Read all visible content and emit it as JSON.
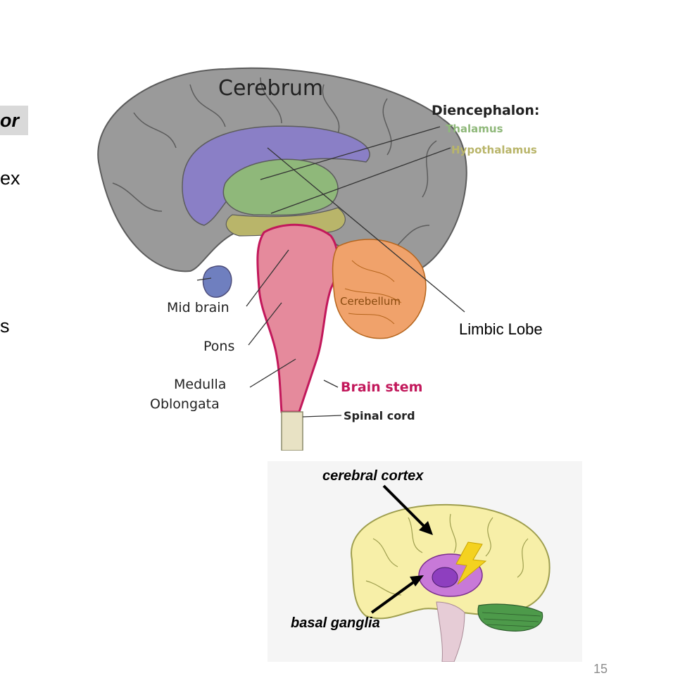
{
  "slide": {
    "fragments": {
      "or": "or",
      "ex": "ex",
      "s": "s"
    },
    "page_number": "15"
  },
  "brain_diagram": {
    "labels": {
      "cerebrum": "Cerebrum",
      "diencephalon": "Diencephalon:",
      "thalamus": "Thalamus",
      "hypothalamus": "Hypothalamus",
      "mid_brain": "Mid brain",
      "pons": "Pons",
      "medulla_line1": "Medulla",
      "medulla_line2": "Oblongata",
      "cerebellum": "Cerebellum",
      "limbic_lobe": "Limbic Lobe",
      "brain_stem": "Brain stem",
      "spinal_cord": "Spinal cord"
    },
    "colors": {
      "cerebrum": "#9a9a9a",
      "limbic": "#8a7fc6",
      "thalamus": "#8fb87a",
      "hypothalamus": "#b9b56a",
      "brainstem": "#e58a9c",
      "brainstem_outline": "#c2185b",
      "cerebellum": "#f0a26b",
      "midbrain_bulb": "#6f7fbf",
      "spinal_cord": "#e8e2c4"
    }
  },
  "basal_diagram": {
    "labels": {
      "cerebral_cortex": "cerebral cortex",
      "basal_ganglia": "basal ganglia"
    },
    "colors": {
      "background": "#f5f5f5",
      "cortex": "#f7efa8",
      "ganglia": "#c879d8",
      "ganglia_core": "#8e3fbf",
      "cerebellum": "#4d9a4a",
      "bolt": "#f4d21f"
    }
  }
}
